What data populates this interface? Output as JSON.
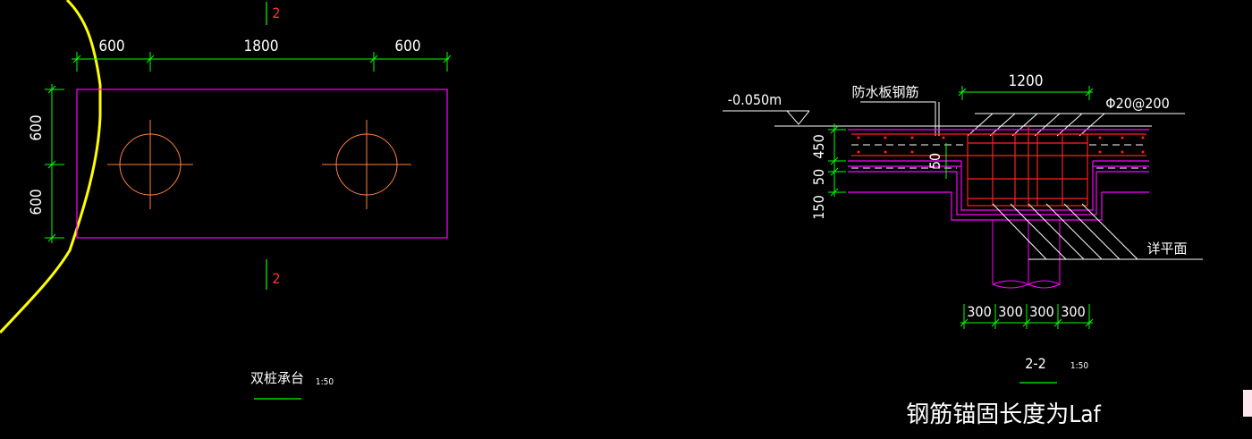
{
  "plan": {
    "dims_top": [
      "600",
      "1800",
      "600"
    ],
    "dims_left": [
      "600",
      "600"
    ],
    "section_mark": "2",
    "title": "双桩承台",
    "scale": "1:50"
  },
  "section": {
    "elevation": "-0.050m",
    "label_waterproof": "防水板钢筋",
    "dim_top": "1200",
    "rebar": "Φ20@200",
    "dims_left": [
      "450",
      "50",
      "150"
    ],
    "dim_mid": "50",
    "label_right": "详平面",
    "dims_bottom": [
      "300",
      "300",
      "300",
      "300"
    ],
    "title": "2-2",
    "scale": "1:50"
  },
  "note": "钢筋锚固长度为Laf",
  "colors": {
    "background": "#000000",
    "dimension": "#00ff00",
    "outline": "#ff00ff",
    "pile": "#ff8040",
    "rebar": "#ff2020",
    "boundary": "#ffff00",
    "text": "#ffffff",
    "section_mark": "#ff3030"
  }
}
